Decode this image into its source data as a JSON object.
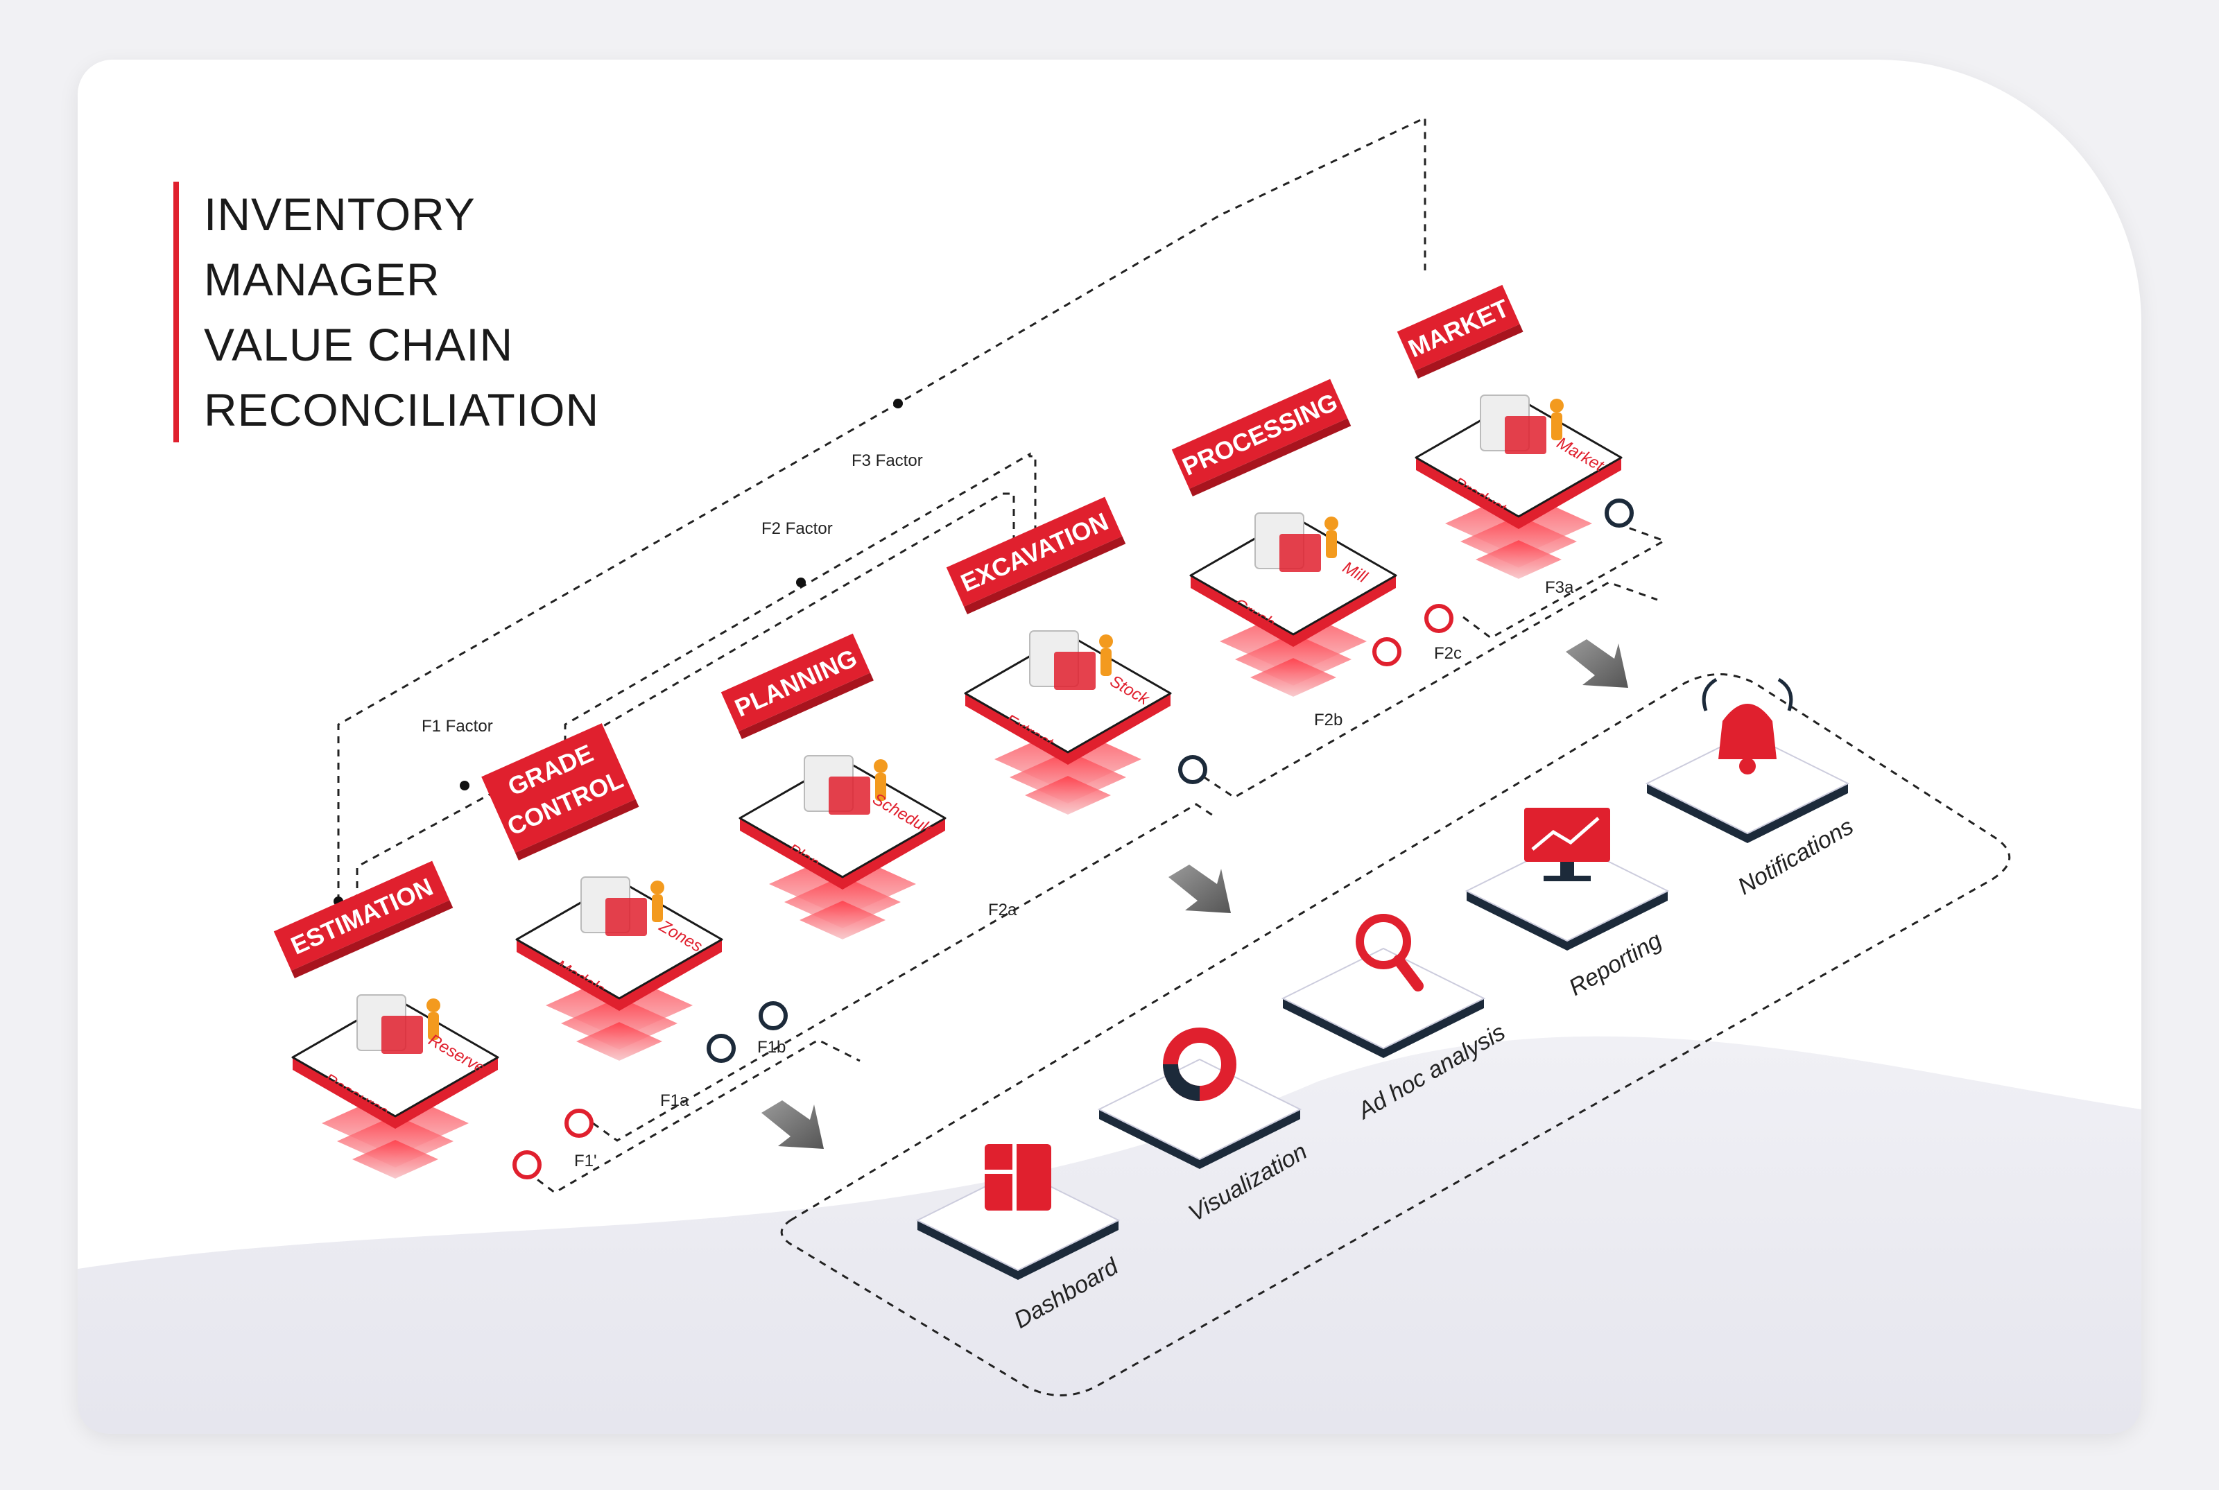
{
  "title": {
    "lines": [
      "INVENTORY",
      "MANAGER",
      "VALUE CHAIN",
      "RECONCILIATION"
    ]
  },
  "colors": {
    "accent": "#e0202e",
    "dark": "#1c2a3a",
    "grey": "#8a8a8a"
  },
  "stages": [
    {
      "id": "estimation",
      "banner": [
        "ESTIMATION"
      ],
      "left_label": "Resource",
      "right_label": "Reserve",
      "icon": "laptop-cubes-icon"
    },
    {
      "id": "grade-control",
      "banner": [
        "GRADE",
        "CONTROL"
      ],
      "left_label": "Models",
      "right_label": "Zones",
      "icon": "whiteboard-worker-icon"
    },
    {
      "id": "planning",
      "banner": [
        "PLANNING"
      ],
      "left_label": "Plan",
      "right_label": "Schedule",
      "icon": "calendar-worker-icon"
    },
    {
      "id": "excavation",
      "banner": [
        "EXCAVATION"
      ],
      "left_label": "Extract",
      "right_label": "Stock",
      "icon": "dump-truck-icon"
    },
    {
      "id": "processing",
      "banner": [
        "PROCESSING"
      ],
      "left_label": "Crush",
      "right_label": "Mill",
      "icon": "factory-icon"
    },
    {
      "id": "market",
      "banner": [
        "MARKET"
      ],
      "left_label": "Product",
      "right_label": "Market",
      "icon": "megaphone-gold-icon"
    }
  ],
  "factors": {
    "f1": "F1 Factor",
    "f2": "F2 Factor",
    "f3": "F3 Factor"
  },
  "flow_labels": [
    "F1'",
    "F1a",
    "F1b",
    "F2a",
    "F2b",
    "F2c",
    "F3a"
  ],
  "outputs": [
    {
      "label": "Dashboard",
      "icon": "dashboard-icon"
    },
    {
      "label": "Visualization",
      "icon": "donut-chart-icon"
    },
    {
      "label": "Ad hoc analysis",
      "icon": "magnifier-icon"
    },
    {
      "label": "Reporting",
      "icon": "report-monitor-icon"
    },
    {
      "label": "Notifications",
      "icon": "bell-icon"
    }
  ]
}
